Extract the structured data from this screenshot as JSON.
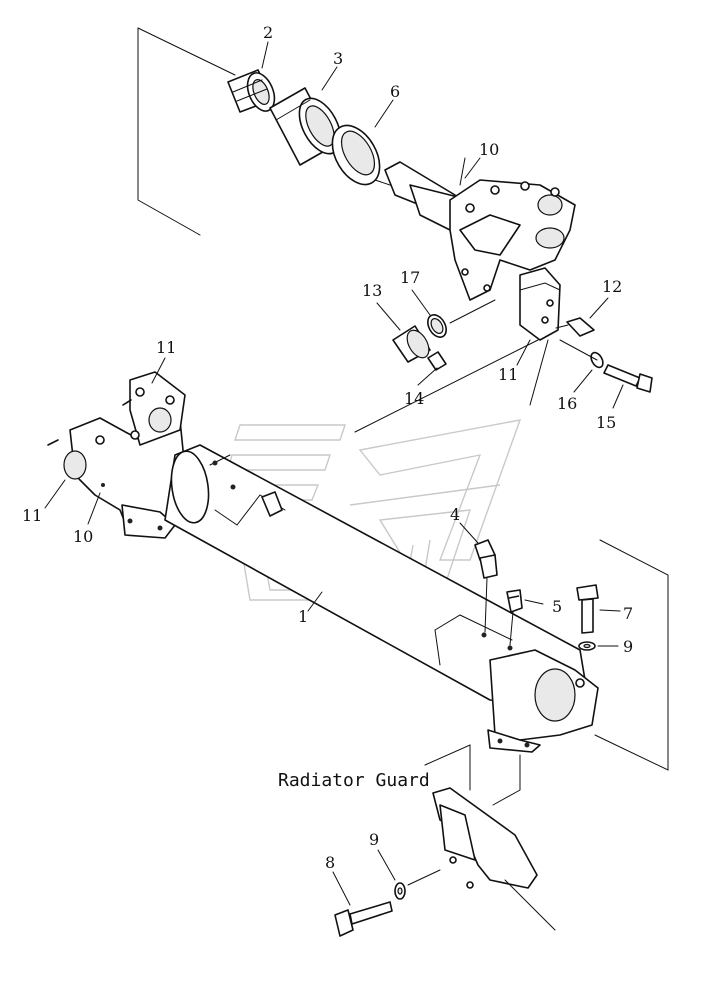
{
  "diagram": {
    "caption": "Radiator Guard",
    "callouts": [
      {
        "id": "c2",
        "text": "2"
      },
      {
        "id": "c3",
        "text": "3"
      },
      {
        "id": "c6",
        "text": "6"
      },
      {
        "id": "c10a",
        "text": "10"
      },
      {
        "id": "c13",
        "text": "13"
      },
      {
        "id": "c17",
        "text": "17"
      },
      {
        "id": "c12",
        "text": "12"
      },
      {
        "id": "c11a",
        "text": "11"
      },
      {
        "id": "c14",
        "text": "14"
      },
      {
        "id": "c16",
        "text": "16"
      },
      {
        "id": "c15",
        "text": "15"
      },
      {
        "id": "c11b",
        "text": "11"
      },
      {
        "id": "c11c",
        "text": "11"
      },
      {
        "id": "c10b",
        "text": "10"
      },
      {
        "id": "c4",
        "text": "4"
      },
      {
        "id": "c5",
        "text": "5"
      },
      {
        "id": "c7",
        "text": "7"
      },
      {
        "id": "c9a",
        "text": "9"
      },
      {
        "id": "c1",
        "text": "1"
      },
      {
        "id": "c8",
        "text": "8"
      },
      {
        "id": "c9b",
        "text": "9"
      }
    ]
  }
}
